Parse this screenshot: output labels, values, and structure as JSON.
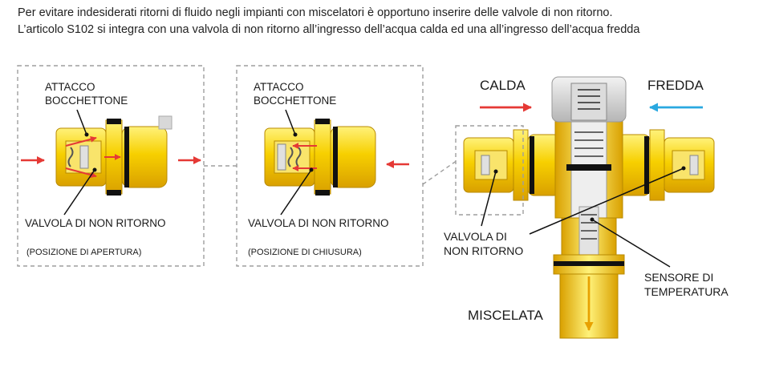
{
  "intro": {
    "line1": "Per evitare indesiderati ritorni di fluido negli impianti con miscelatori è opportuno inserire delle valvole di non ritorno.",
    "line2": "L’articolo S102 si integra con una valvola di non ritorno all’ingresso dell’acqua calda ed una all’ingresso dell’acqua fredda"
  },
  "panel_open": {
    "label_top_1": "ATTACCO",
    "label_top_2": "BOCCHETTONE",
    "label_valve": "VALVOLA DI NON RITORNO",
    "caption": "(POSIZIONE DI APERTURA)"
  },
  "panel_closed": {
    "label_top_1": "ATTACCO",
    "label_top_2": "BOCCHETTONE",
    "label_valve": "VALVOLA DI NON RITORNO",
    "caption": "(POSIZIONE DI CHIUSURA)"
  },
  "mixer": {
    "hot_label": "CALDA",
    "cold_label": "FREDDA",
    "mixed_label": "MISCELATA",
    "valve_label_1": "VALVOLA DI",
    "valve_label_2": "NON RITORNO",
    "sensor_label_1": "SENSORE DI",
    "sensor_label_2": "TEMPERATURA"
  },
  "colors": {
    "brass": "#f2c500",
    "brass_dark": "#d9a400",
    "hot_arrow": "#e53935",
    "cold_arrow": "#29a8e0",
    "mixed_arrow": "#e8a100",
    "dashed_border": "#9e9e9e"
  }
}
